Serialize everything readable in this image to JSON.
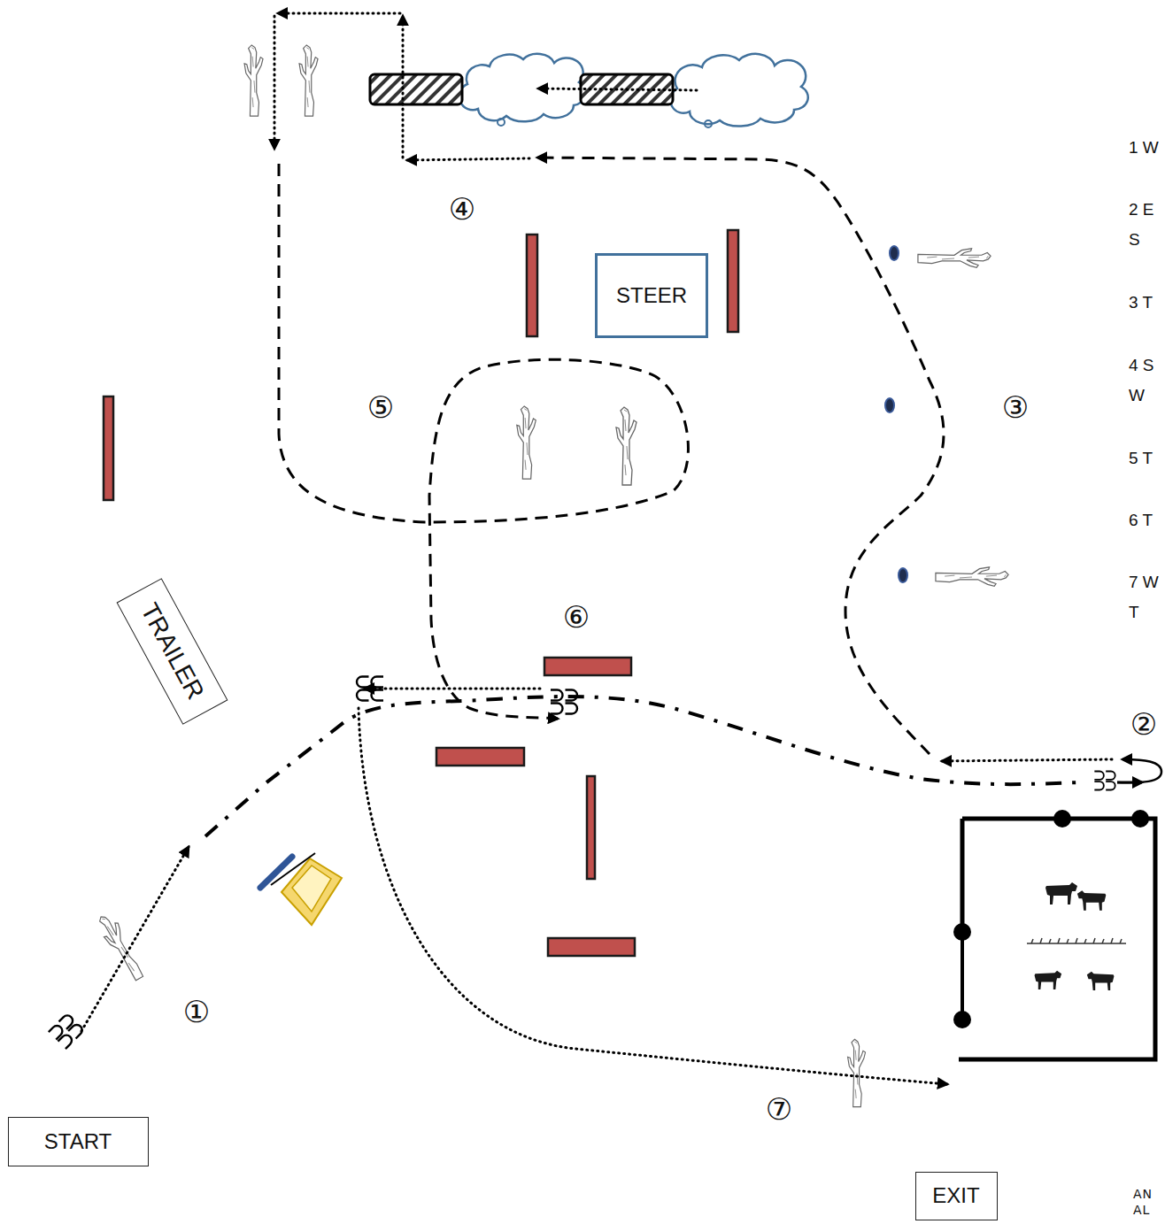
{
  "diagram": {
    "nodes": [
      {
        "text": [
          "STEER"
        ]
      },
      {
        "text": [
          "TRAILER"
        ]
      },
      {
        "text": [
          "START"
        ]
      },
      {
        "text": [
          "EXIT"
        ]
      }
    ],
    "labels": [
      "1 W",
      "2 E S",
      "3 T",
      "4 S W",
      "5 T",
      "6 T",
      "7 W T",
      "④",
      "⑤",
      "③",
      "⑥",
      "②",
      "①",
      "⑦",
      "AN AL"
    ]
  }
}
